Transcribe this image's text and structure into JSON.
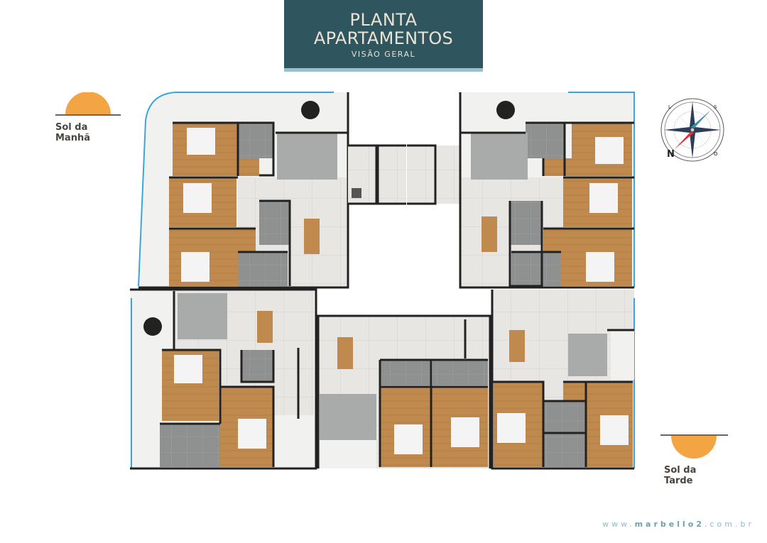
{
  "header": {
    "title_line1": "PLANTA",
    "title_line2": "APARTAMENTOS",
    "subtitle": "VISÃO GERAL"
  },
  "sun": {
    "morning_label": "Sol da Manhã",
    "afternoon_label": "Sol da Tarde",
    "color": "#f3a443"
  },
  "compass": {
    "north": "N",
    "south": "S",
    "east": "L",
    "west": "O"
  },
  "footer": {
    "website_prefix": "www.",
    "website_brand": "marbello2",
    "website_suffix": ".com.br"
  },
  "colors": {
    "header_bg": "#2f555e",
    "header_accent": "#98c2c9",
    "wall": "#222222",
    "wood": "#c08a4e",
    "tile": "#8e9090",
    "floor": "#e9e7e4",
    "terrace": "#f1f1f0",
    "outline": "#3aa6dd"
  }
}
